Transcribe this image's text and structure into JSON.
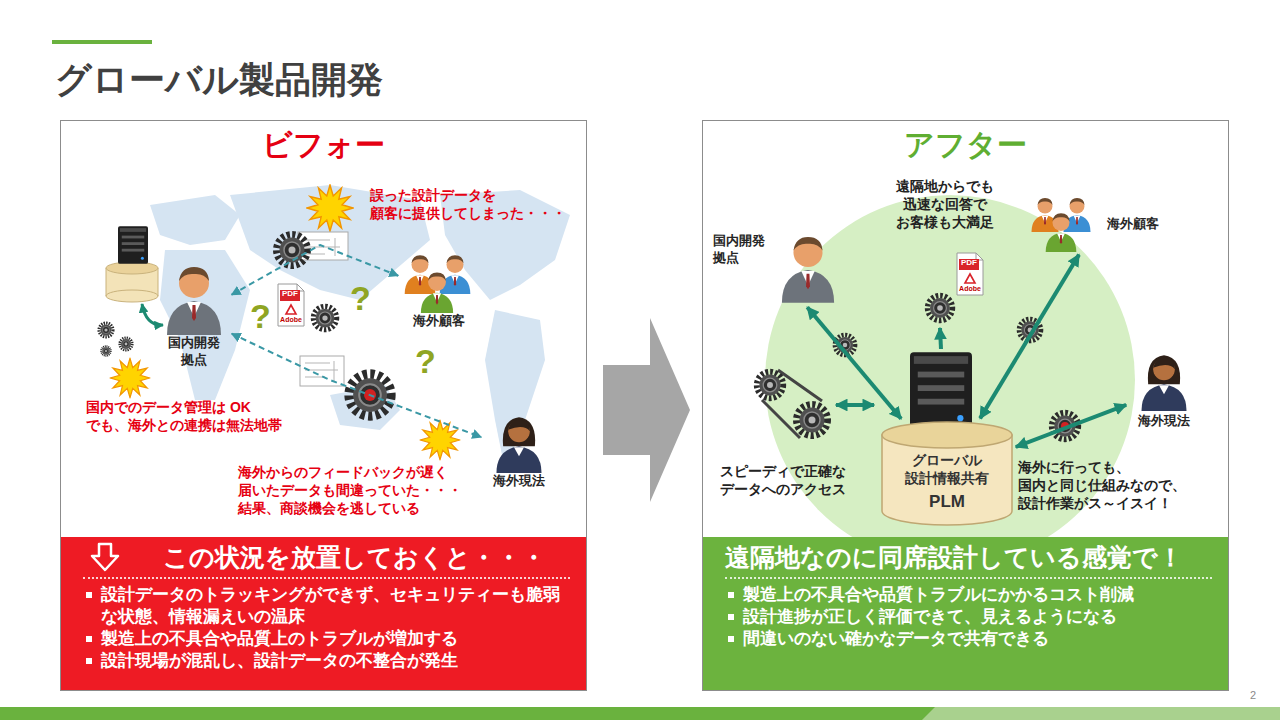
{
  "diagram": {
    "title": "グローバル製品開発",
    "nodes": [
      {
        "text": [
          "ビフォー"
        ]
      },
      {
        "text": [
          "国内開発 拠点"
        ],
        "in": 0
      },
      {
        "text": [
          "海外顧客"
        ],
        "in": 0
      },
      {
        "text": [
          "海外現法"
        ],
        "in": 0
      },
      {
        "text": [
          "この状況を放置しておくと・・・",
          "設計データのトラッキングができず、セキュリティーも脆弱な状態、情報漏えいの温床",
          "製造上の不具合や品質上のトラブルが増加する",
          "設計現場が混乱し、設計データの不整合が発生"
        ],
        "in": 0
      },
      {
        "text": [
          "アフター"
        ]
      },
      {
        "text": [
          "国内開発 拠点"
        ],
        "in": 5
      },
      {
        "text": [
          "海外顧客"
        ],
        "in": 5
      },
      {
        "text": [
          "海外現法"
        ],
        "in": 5
      },
      {
        "text": [
          "グローバル 設計情報共有",
          "PLM"
        ],
        "in": 5
      },
      {
        "text": [
          "遠隔地なのに同席設計している感覚で！",
          "製造上の不具合や品質トラブルにかかるコスト削減",
          "設計進捗が正しく評価できて、見えるようになる",
          "間違いのない確かなデータで共有できる"
        ],
        "in": 5
      }
    ],
    "edges": [
      {
        "from": 1,
        "to": 2,
        "arrow": "both"
      },
      {
        "from": 1,
        "to": 3,
        "arrow": "both"
      },
      {
        "from": 9,
        "to": 6,
        "arrow": "both"
      },
      {
        "from": 9,
        "to": 7,
        "arrow": "both"
      },
      {
        "from": 9,
        "to": 8,
        "arrow": "both"
      }
    ],
    "labels": [
      "誤った設計データを 顧客に提供してしまった・・・",
      "国内でのデータ管理は OK でも、海外との連携は無法地帯",
      "海外からのフィードバックが遅く 届いたデータも間違っていた・・・ 結果、商談機会を逃している",
      "?",
      "?",
      "?",
      "PDF",
      "Adobe",
      "遠隔地からでも 迅速な回答で お客様も大満足",
      "PDF",
      "Adobe",
      "スピーディで正確な データへのアクセス",
      "海外に行っても、 国内と同じ仕組みなので、 設計作業がス～イスイ！",
      "2"
    ]
  }
}
